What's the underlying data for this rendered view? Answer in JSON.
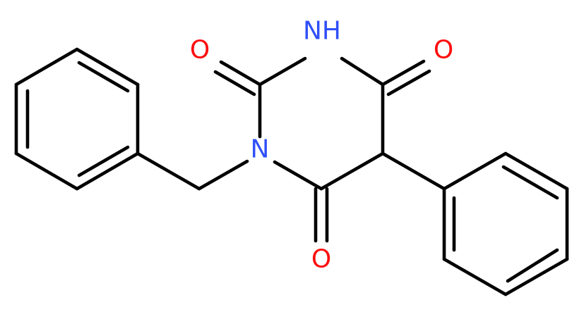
{
  "colors": {
    "bond": "#000000",
    "oxygen": "#ff0d0d",
    "nitrogen": "#3050f8",
    "background": "#ffffff"
  },
  "atoms": [
    {
      "id": "O1",
      "label": "O",
      "element": "oxygen"
    },
    {
      "id": "NH",
      "label": "NH",
      "element": "nitrogen"
    },
    {
      "id": "O2",
      "label": "O",
      "element": "oxygen"
    },
    {
      "id": "N1",
      "label": "N",
      "element": "nitrogen"
    },
    {
      "id": "O3",
      "label": "O",
      "element": "oxygen"
    }
  ]
}
